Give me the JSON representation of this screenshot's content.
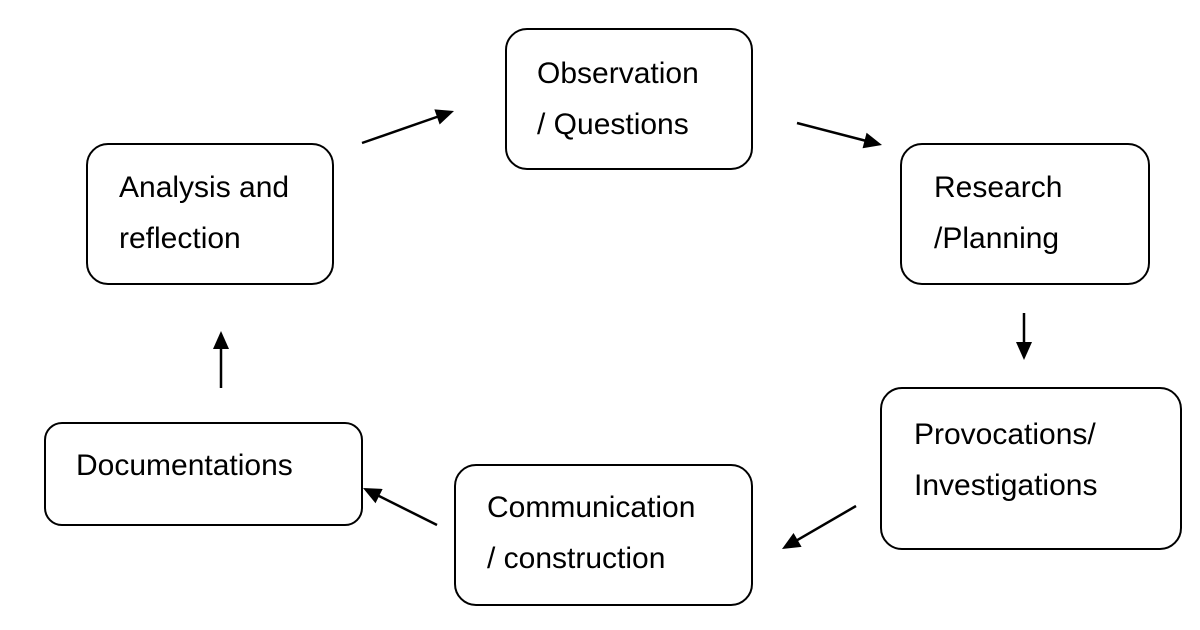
{
  "diagram": {
    "type": "cycle",
    "nodes": [
      {
        "id": "observation",
        "lines": [
          "Observation",
          "/ Questions"
        ]
      },
      {
        "id": "research",
        "lines": [
          "Research",
          "/Planning"
        ]
      },
      {
        "id": "provocations",
        "lines": [
          "Provocations/",
          "Investigations"
        ]
      },
      {
        "id": "communication",
        "lines": [
          "Communication",
          "/ construction"
        ]
      },
      {
        "id": "documentations",
        "lines": [
          "Documentations"
        ]
      },
      {
        "id": "analysis",
        "lines": [
          "Analysis and",
          "reflection"
        ]
      }
    ],
    "edges": [
      {
        "from": "observation",
        "to": "research"
      },
      {
        "from": "research",
        "to": "provocations"
      },
      {
        "from": "provocations",
        "to": "communication"
      },
      {
        "from": "communication",
        "to": "documentations"
      },
      {
        "from": "documentations",
        "to": "analysis"
      },
      {
        "from": "analysis",
        "to": "observation"
      }
    ],
    "colors": {
      "stroke": "#000000",
      "fill": "#ffffff"
    }
  }
}
